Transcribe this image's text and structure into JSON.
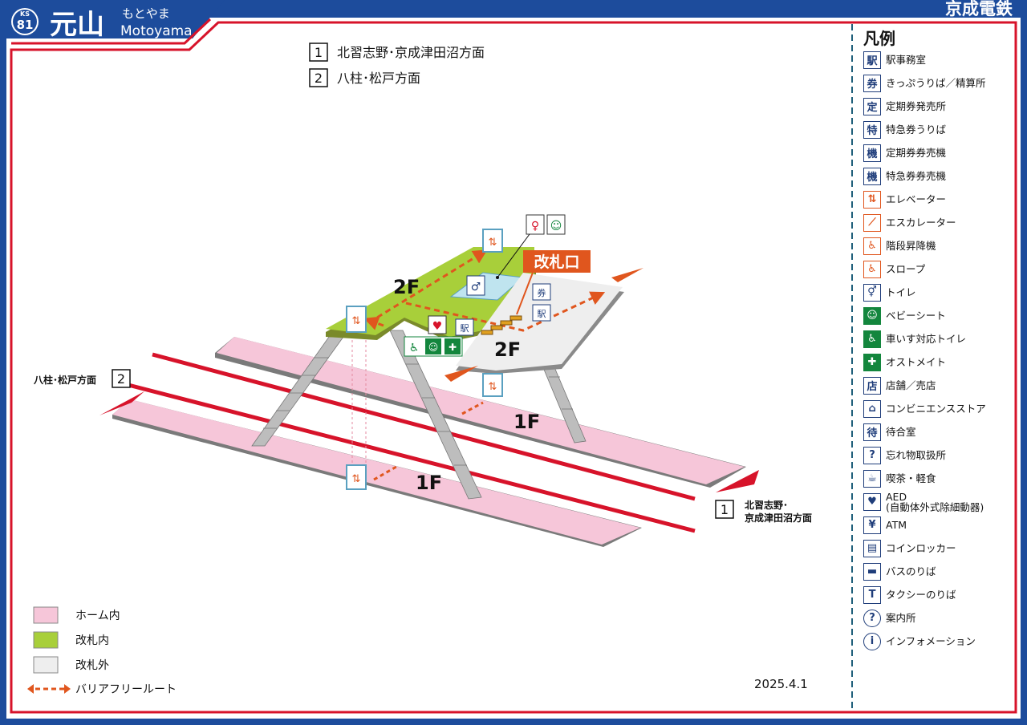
{
  "header": {
    "station_code_line": "KS",
    "station_code_num": "81",
    "station_name": "元山",
    "station_kana": "もとやま",
    "station_romaji": "Motoyama",
    "company": "京成電鉄"
  },
  "directions": [
    {
      "num": "1",
      "label": "北習志野･京成津田沼方面"
    },
    {
      "num": "2",
      "label": "八柱･松戸方面"
    }
  ],
  "map": {
    "floor_labels": [
      "2F",
      "2F",
      "1F",
      "1F"
    ],
    "gate_label": "改札口",
    "left_direction_num": "2",
    "left_direction_label": "八柱･松戸方面",
    "right_direction_num": "1",
    "right_direction_line1": "北習志野･",
    "right_direction_line2": "京成津田沼方面",
    "date": "2025.4.1"
  },
  "area_legend": [
    {
      "label": "ホーム内",
      "color": "#f6c6d9"
    },
    {
      "label": "改札内",
      "color": "#a8cf3a"
    },
    {
      "label": "改札外",
      "color": "#eeeeee"
    },
    {
      "label": "バリアフリールート",
      "color": "#e0561e"
    }
  ],
  "legend": {
    "title": "凡例",
    "items": [
      {
        "label": "駅事務室",
        "icon": "station-office-icon",
        "glyph": "駅",
        "style": ""
      },
      {
        "label": "きっぷうりば／精算所",
        "icon": "ticket-office-icon",
        "glyph": "券",
        "style": ""
      },
      {
        "label": "定期券発売所",
        "icon": "pass-office-icon",
        "glyph": "定",
        "style": ""
      },
      {
        "label": "特急券うりば",
        "icon": "express-ticket-icon",
        "glyph": "特",
        "style": ""
      },
      {
        "label": "定期券券売機",
        "icon": "pass-machine-icon",
        "glyph": "機",
        "style": ""
      },
      {
        "label": "特急券券売機",
        "icon": "express-machine-icon",
        "glyph": "機",
        "style": ""
      },
      {
        "label": "エレベーター",
        "icon": "elevator-icon",
        "glyph": "⇅",
        "style": "orange"
      },
      {
        "label": "エスカレーター",
        "icon": "escalator-icon",
        "glyph": "⟋",
        "style": "orange"
      },
      {
        "label": "階段昇降機",
        "icon": "stair-lift-icon",
        "glyph": "♿",
        "style": "orange"
      },
      {
        "label": "スロープ",
        "icon": "slope-icon",
        "glyph": "♿",
        "style": "orange"
      },
      {
        "label": "トイレ",
        "icon": "toilet-icon",
        "glyph": "⚥",
        "style": ""
      },
      {
        "label": "ベビーシート",
        "icon": "baby-seat-icon",
        "glyph": "☺",
        "style": "green"
      },
      {
        "label": "車いす対応トイレ",
        "icon": "wheelchair-toilet-icon",
        "glyph": "♿",
        "style": "green"
      },
      {
        "label": "オストメイト",
        "icon": "ostomate-icon",
        "glyph": "✚",
        "style": "green"
      },
      {
        "label": "店舗／売店",
        "icon": "shop-icon",
        "glyph": "店",
        "style": ""
      },
      {
        "label": "コンビニエンスストア",
        "icon": "convenience-store-icon",
        "glyph": "⌂",
        "style": ""
      },
      {
        "label": "待合室",
        "icon": "waiting-room-icon",
        "glyph": "待",
        "style": ""
      },
      {
        "label": "忘れ物取扱所",
        "icon": "lost-found-icon",
        "glyph": "?",
        "style": ""
      },
      {
        "label": "喫茶・軽食",
        "icon": "cafe-icon",
        "glyph": "☕",
        "style": ""
      },
      {
        "label": "AED",
        "label2": "(自動体外式除細動器)",
        "icon": "aed-icon",
        "glyph": "♥",
        "style": ""
      },
      {
        "label": "ATM",
        "icon": "atm-icon",
        "glyph": "¥",
        "style": ""
      },
      {
        "label": "コインロッカー",
        "icon": "coin-locker-icon",
        "glyph": "▤",
        "style": ""
      },
      {
        "label": "バスのりば",
        "icon": "bus-icon",
        "glyph": "▬",
        "style": ""
      },
      {
        "label": "タクシーのりば",
        "icon": "taxi-icon",
        "glyph": "T",
        "style": ""
      },
      {
        "label": "案内所",
        "icon": "information-question-icon",
        "glyph": "?",
        "style": "round"
      },
      {
        "label": "インフォメーション",
        "icon": "information-icon",
        "glyph": "i",
        "style": "round"
      }
    ]
  }
}
